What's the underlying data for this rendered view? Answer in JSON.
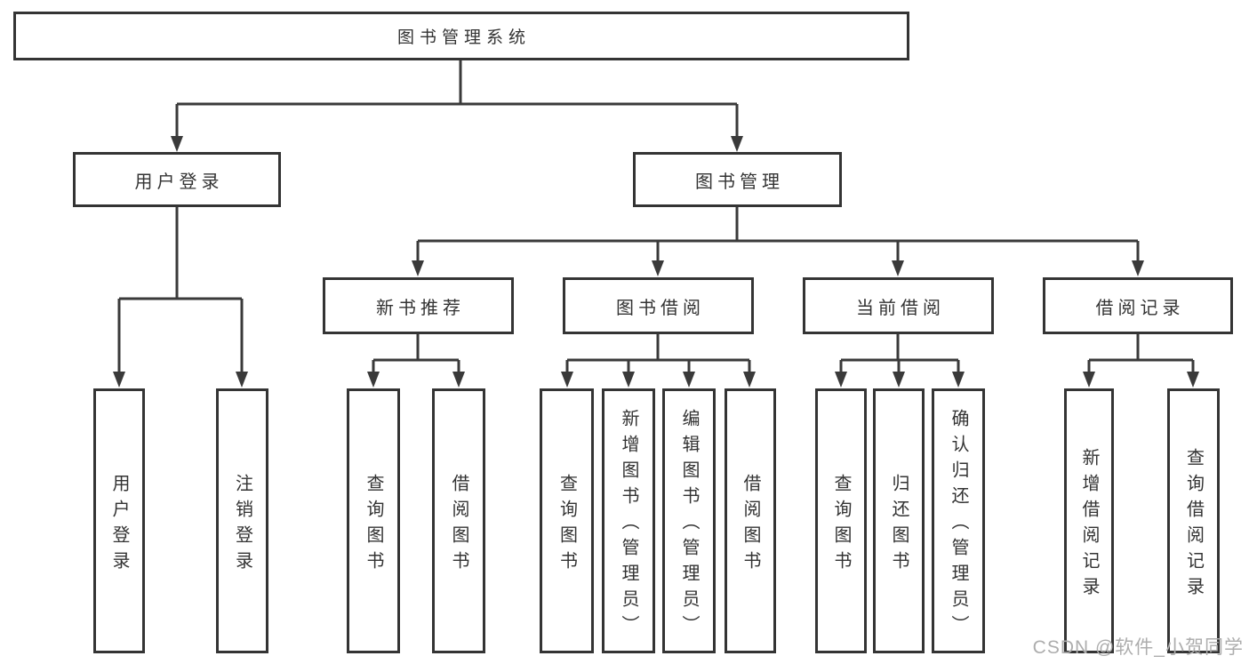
{
  "watermark": "CSDN @软件_小贺同学",
  "colors": {
    "line": "#3a3a3a",
    "box_border": "#343434",
    "box_fill": "#ffffff",
    "text": "#333333",
    "watermark": "#adadad"
  },
  "tree": {
    "label": "图书管理系统",
    "children": [
      {
        "label": "用户登录",
        "children": [
          {
            "label": "用户登录"
          },
          {
            "label": "注销登录"
          }
        ]
      },
      {
        "label": "图书管理",
        "children": [
          {
            "label": "新书推荐",
            "children": [
              {
                "label": "查询图书"
              },
              {
                "label": "借阅图书"
              }
            ]
          },
          {
            "label": "图书借阅",
            "children": [
              {
                "label": "查询图书"
              },
              {
                "label": "新增图书（管理员）"
              },
              {
                "label": "编辑图书（管理员）"
              },
              {
                "label": "借阅图书"
              }
            ]
          },
          {
            "label": "当前借阅",
            "children": [
              {
                "label": "查询图书"
              },
              {
                "label": "归还图书"
              },
              {
                "label": "确认归还（管理员）"
              }
            ]
          },
          {
            "label": "借阅记录",
            "children": [
              {
                "label": "新增借阅记录"
              },
              {
                "label": "查询借阅记录"
              }
            ]
          }
        ]
      }
    ]
  }
}
